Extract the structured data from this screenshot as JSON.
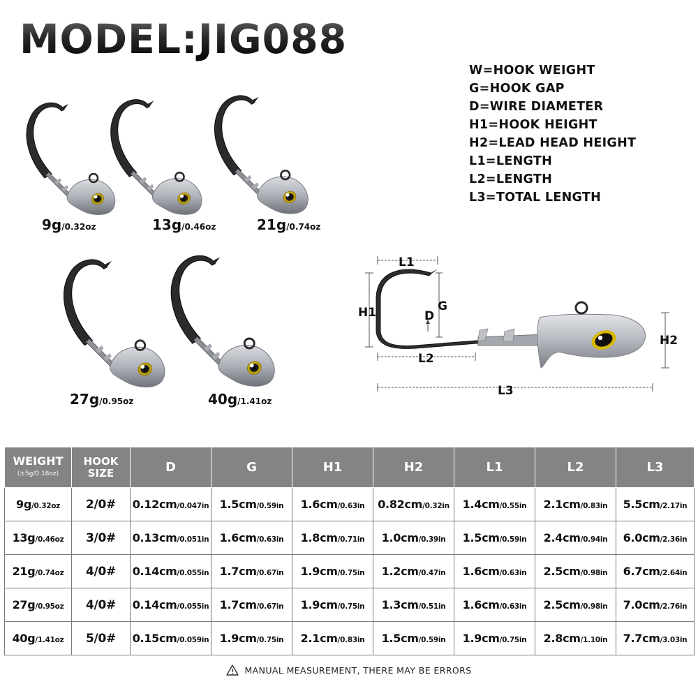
{
  "title": "MODEL:JIG088",
  "legend": [
    "W=HOOK WEIGHT",
    "G=HOOK GAP",
    "D=WIRE DIAMETER",
    "H1=HOOK HEIGHT",
    "H2=LEAD HEAD HEIGHT",
    "L1=LENGTH",
    "L2=LENGTH",
    "L3=TOTAL LENGTH"
  ],
  "products": [
    {
      "g": "9g",
      "oz": "/0.32oz"
    },
    {
      "g": "13g",
      "oz": "/0.46oz"
    },
    {
      "g": "21g",
      "oz": "/0.74oz"
    },
    {
      "g": "27g",
      "oz": "/0.95oz"
    },
    {
      "g": "40g",
      "oz": "/1.41oz"
    }
  ],
  "diagram_labels": {
    "l1": "L1",
    "h1": "H1",
    "g": "G",
    "d": "D",
    "l2": "L2",
    "h2": "H2",
    "l3": "L3"
  },
  "table": {
    "headers": {
      "weight": "WEIGHT",
      "weight_sub": "(±5g/0.18oz)",
      "hook_line1": "HOOK",
      "hook_line2": "SIZE",
      "d": "D",
      "g": "G",
      "h1": "H1",
      "h2": "H2",
      "l1": "L1",
      "l2": "L2",
      "l3": "L3"
    },
    "rows": [
      {
        "w": "9g",
        "w_oz": "/0.32oz",
        "hook": "2/0#",
        "d": [
          "0.12cm",
          "/0.047in"
        ],
        "g": [
          "1.5cm",
          "/0.59in"
        ],
        "h1": [
          "1.6cm",
          "/0.63in"
        ],
        "h2": [
          "0.82cm",
          "/0.32in"
        ],
        "l1": [
          "1.4cm",
          "/0.55in"
        ],
        "l2": [
          "2.1cm",
          "/0.83in"
        ],
        "l3": [
          "5.5cm",
          "/2.17in"
        ]
      },
      {
        "w": "13g",
        "w_oz": "/0.46oz",
        "hook": "3/0#",
        "d": [
          "0.13cm",
          "/0.051in"
        ],
        "g": [
          "1.6cm",
          "/0.63in"
        ],
        "h1": [
          "1.8cm",
          "/0.71in"
        ],
        "h2": [
          "1.0cm",
          "/0.39in"
        ],
        "l1": [
          "1.5cm",
          "/0.59in"
        ],
        "l2": [
          "2.4cm",
          "/0.94in"
        ],
        "l3": [
          "6.0cm",
          "/2.36in"
        ]
      },
      {
        "w": "21g",
        "w_oz": "/0.74oz",
        "hook": "4/0#",
        "d": [
          "0.14cm",
          "/0.055in"
        ],
        "g": [
          "1.7cm",
          "/0.67in"
        ],
        "h1": [
          "1.9cm",
          "/0.75in"
        ],
        "h2": [
          "1.2cm",
          "/0.47in"
        ],
        "l1": [
          "1.6cm",
          "/0.63in"
        ],
        "l2": [
          "2.5cm",
          "/0.98in"
        ],
        "l3": [
          "6.7cm",
          "/2.64in"
        ]
      },
      {
        "w": "27g",
        "w_oz": "/0.95oz",
        "hook": "4/0#",
        "d": [
          "0.14cm",
          "/0.055in"
        ],
        "g": [
          "1.7cm",
          "/0.67in"
        ],
        "h1": [
          "1.9cm",
          "/0.75in"
        ],
        "h2": [
          "1.3cm",
          "/0.51in"
        ],
        "l1": [
          "1.6cm",
          "/0.63in"
        ],
        "l2": [
          "2.5cm",
          "/0.98in"
        ],
        "l3": [
          "7.0cm",
          "/2.76in"
        ]
      },
      {
        "w": "40g",
        "w_oz": "/1.41oz",
        "hook": "5/0#",
        "d": [
          "0.15cm",
          "/0.059in"
        ],
        "g": [
          "1.9cm",
          "/0.75in"
        ],
        "h1": [
          "2.1cm",
          "/0.83in"
        ],
        "h2": [
          "1.5cm",
          "/0.59in"
        ],
        "l1": [
          "1.9cm",
          "/0.75in"
        ],
        "l2": [
          "2.8cm",
          "/1.10in"
        ],
        "l3": [
          "7.7cm",
          "/3.03in"
        ]
      }
    ]
  },
  "note": "MANUAL MEASUREMENT, THERE MAY BE ERRORS"
}
